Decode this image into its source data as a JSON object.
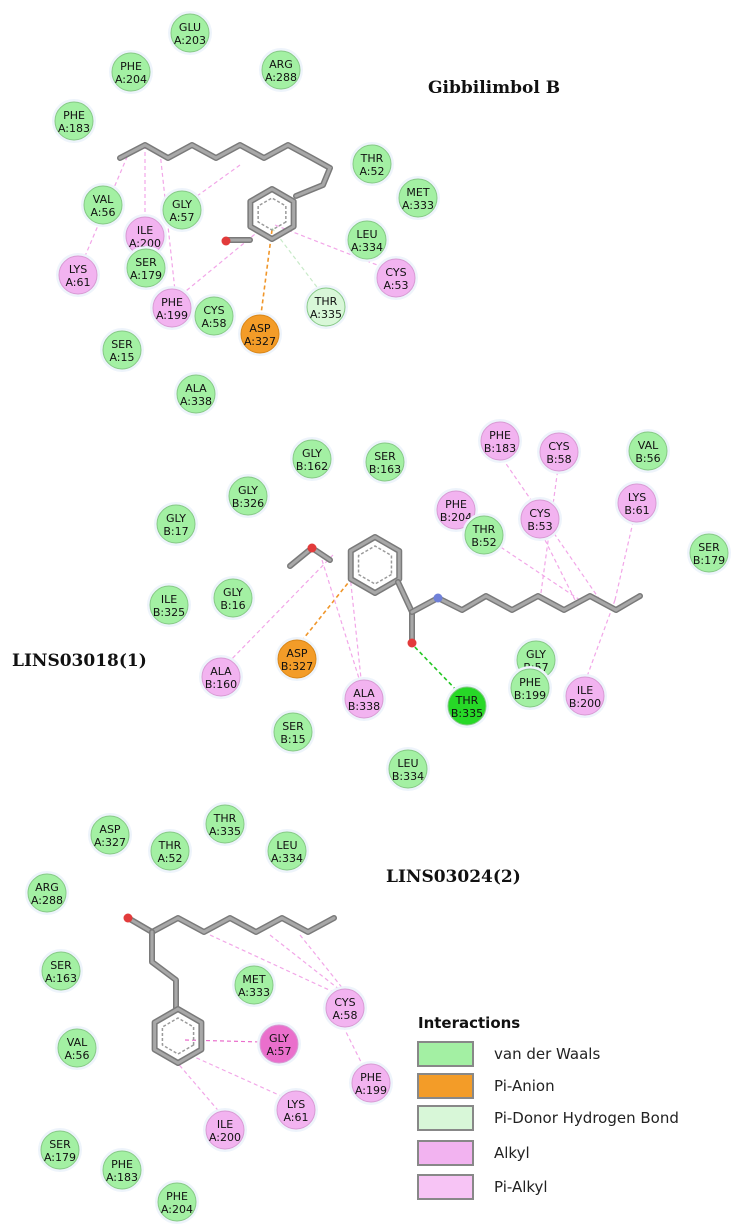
{
  "colors": {
    "van_der_waals": "#a3f0a3",
    "pi_anion": "#f39c28",
    "pi_donor_hbond": "#d8f7d8",
    "alkyl": "#f2b3f0",
    "pi_alkyl": "#f7c4f5",
    "pi_sigma_strong": "#ea6fcc",
    "conventional_hbond": "#27d827",
    "oxygen": "#e23b3b",
    "nitrogen": "#6f80d8"
  },
  "panels": [
    {
      "title": "Gibbilimbol B"
    },
    {
      "title": "LINS03018(1)"
    },
    {
      "title": "LINS03024(2)"
    }
  ],
  "residues": {
    "p1": [
      [
        "GLU",
        "A:203"
      ],
      [
        "PHE",
        "A:204"
      ],
      [
        "ARG",
        "A:288"
      ],
      [
        "PHE",
        "A:183"
      ],
      [
        "THR",
        "A:52"
      ],
      [
        "MET",
        "A:333"
      ],
      [
        "VAL",
        "A:56"
      ],
      [
        "GLY",
        "A:57"
      ],
      [
        "ILE",
        "A:200"
      ],
      [
        "LEU",
        "A:334"
      ],
      [
        "LYS",
        "A:61"
      ],
      [
        "SER",
        "A:179"
      ],
      [
        "CYS",
        "A:53"
      ],
      [
        "PHE",
        "A:199"
      ],
      [
        "CYS",
        "A:58"
      ],
      [
        "THR",
        "A:335"
      ],
      [
        "ASP",
        "A:327"
      ],
      [
        "SER",
        "A:15"
      ],
      [
        "ALA",
        "A:338"
      ]
    ],
    "p2": [
      [
        "PHE",
        "B:183"
      ],
      [
        "CYS",
        "B:58"
      ],
      [
        "VAL",
        "B:56"
      ],
      [
        "GLY",
        "B:162"
      ],
      [
        "SER",
        "B:163"
      ],
      [
        "GLY",
        "B:326"
      ],
      [
        "PHE",
        "B:204"
      ],
      [
        "LYS",
        "B:61"
      ],
      [
        "CYS",
        "B:53"
      ],
      [
        "GLY",
        "B:17"
      ],
      [
        "THR",
        "B:52"
      ],
      [
        "SER",
        "B:179"
      ],
      [
        "ILE",
        "B:325"
      ],
      [
        "GLY",
        "B:16"
      ],
      [
        "GLY",
        "B:57"
      ],
      [
        "ASP",
        "B:327"
      ],
      [
        "ALA",
        "B:160"
      ],
      [
        "ALA",
        "B:338"
      ],
      [
        "THR",
        "B:335"
      ],
      [
        "PHE",
        "B:199"
      ],
      [
        "ILE",
        "B:200"
      ],
      [
        "SER",
        "B:15"
      ],
      [
        "LEU",
        "B:334"
      ]
    ],
    "p3": [
      [
        "THR",
        "A:335"
      ],
      [
        "ASP",
        "A:327"
      ],
      [
        "THR",
        "A:52"
      ],
      [
        "LEU",
        "A:334"
      ],
      [
        "ARG",
        "A:288"
      ],
      [
        "SER",
        "A:163"
      ],
      [
        "MET",
        "A:333"
      ],
      [
        "CYS",
        "A:58"
      ],
      [
        "GLY",
        "A:57"
      ],
      [
        "VAL",
        "A:56"
      ],
      [
        "PHE",
        "A:199"
      ],
      [
        "LYS",
        "A:61"
      ],
      [
        "ILE",
        "A:200"
      ],
      [
        "SER",
        "A:179"
      ],
      [
        "PHE",
        "A:183"
      ],
      [
        "PHE",
        "A:204"
      ]
    ]
  },
  "legend": {
    "title": "Interactions",
    "items": [
      {
        "label": "van der Waals",
        "color": "#a3f0a3"
      },
      {
        "label": "Pi-Anion",
        "color": "#f39c28"
      },
      {
        "label": "Pi-Donor Hydrogen Bond",
        "color": "#d8f7d8"
      },
      {
        "label": "Alkyl",
        "color": "#f2b3f0"
      },
      {
        "label": "Pi-Alkyl",
        "color": "#f7c4f5"
      }
    ]
  }
}
